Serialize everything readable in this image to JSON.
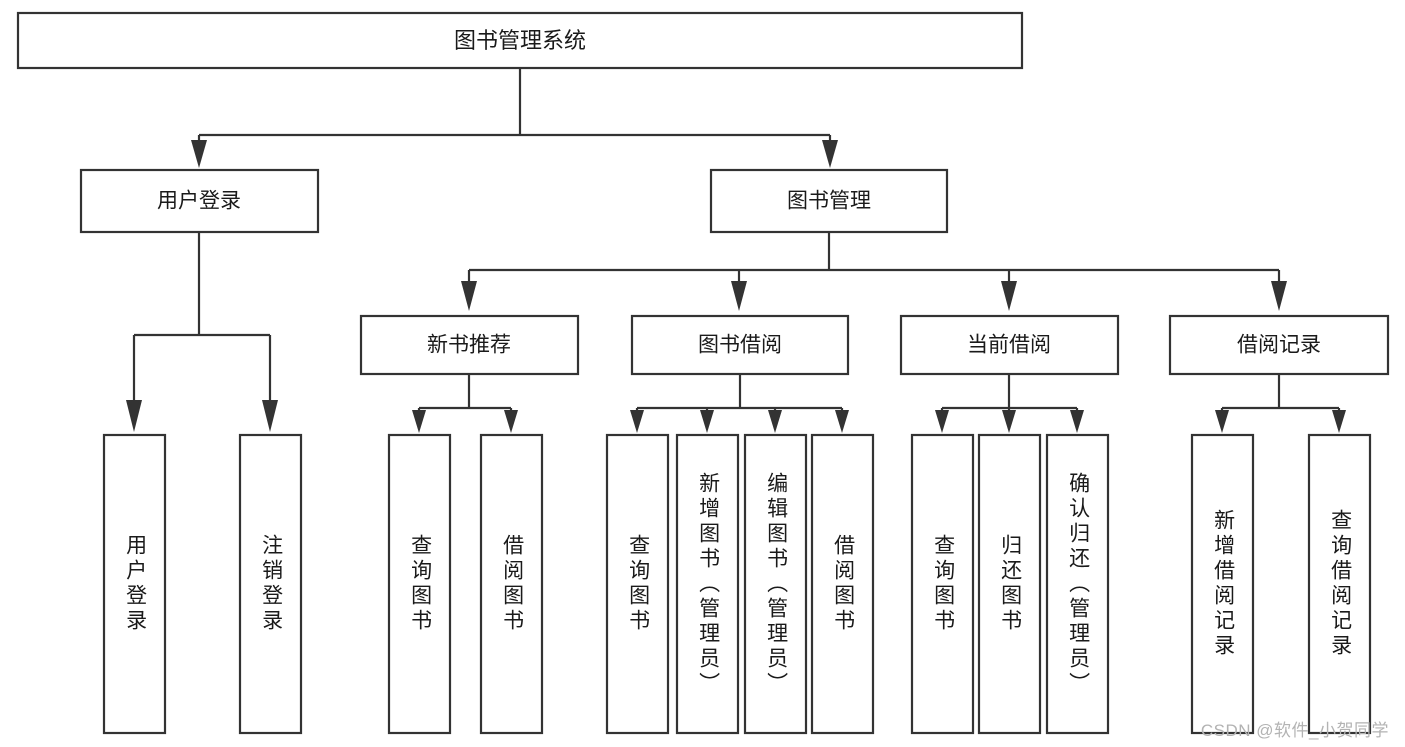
{
  "diagram": {
    "title": "图书管理系统",
    "type": "tree-hierarchy-chart",
    "colors": {
      "box_stroke": "#333333",
      "box_fill": "#ffffff",
      "text": "#1a1a1a",
      "watermark": "#b3b3b3"
    },
    "root": {
      "label": "图书管理系统"
    },
    "level2": [
      {
        "label": "用户登录"
      },
      {
        "label": "图书管理"
      }
    ],
    "level3": [
      {
        "label": "新书推荐"
      },
      {
        "label": "图书借阅"
      },
      {
        "label": "当前借阅"
      },
      {
        "label": "借阅记录"
      }
    ],
    "leaves": {
      "user_login": [
        {
          "label": "用户登录"
        },
        {
          "label": "注销登录"
        }
      ],
      "new_book_recommend": [
        {
          "label": "查询图书"
        },
        {
          "label": "借阅图书"
        }
      ],
      "book_borrow": [
        {
          "label": "查询图书"
        },
        {
          "label": "新增图书（管理员）"
        },
        {
          "label": "编辑图书（管理员）"
        },
        {
          "label": "借阅图书"
        }
      ],
      "current_borrow": [
        {
          "label": "查询图书"
        },
        {
          "label": "归还图书"
        },
        {
          "label": "确认归还（管理员）"
        }
      ],
      "borrow_record": [
        {
          "label": "新增借阅记录"
        },
        {
          "label": "查询借阅记录"
        }
      ]
    }
  },
  "watermark": {
    "text": "CSDN @软件_小贺同学"
  }
}
